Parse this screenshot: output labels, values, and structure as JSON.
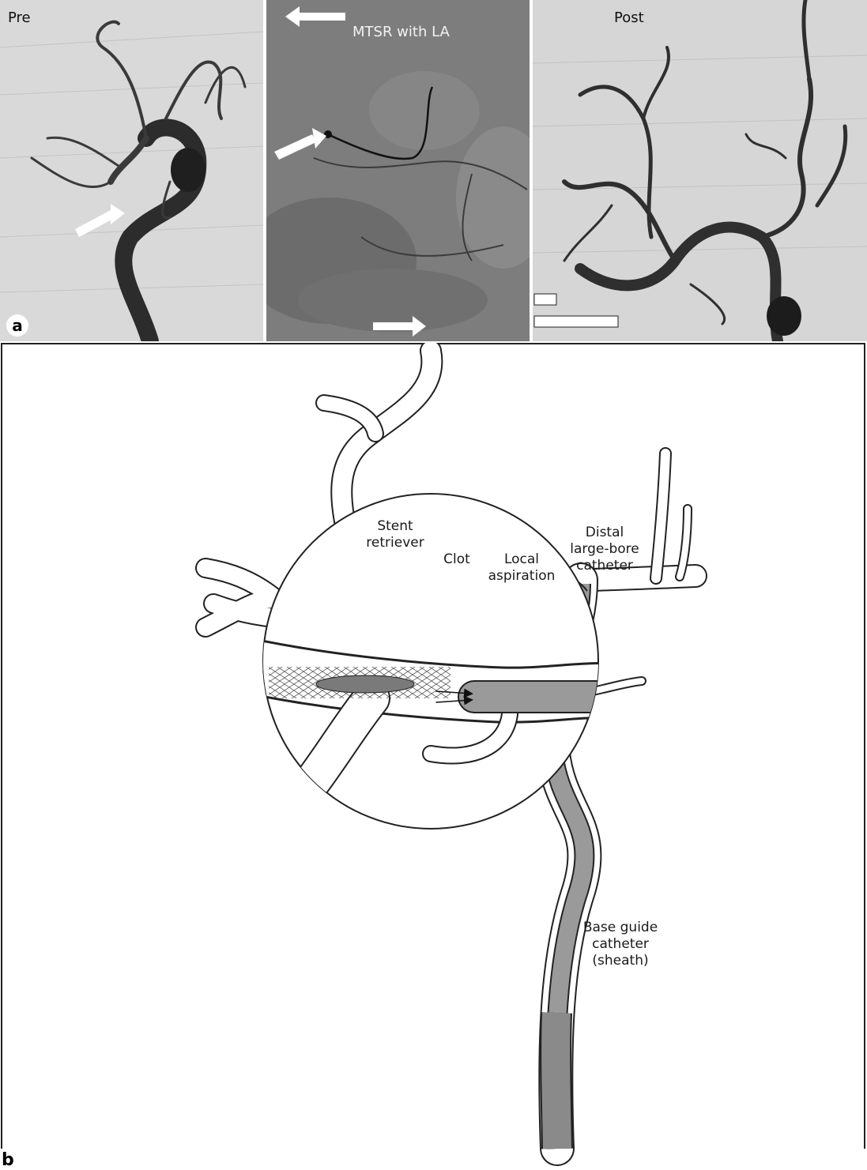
{
  "panel_a": {
    "letter": "a",
    "images": [
      {
        "label": "Pre"
      },
      {
        "label": "MTSR with LA"
      },
      {
        "label": "Post"
      }
    ]
  },
  "panel_b": {
    "letter": "b",
    "labels": {
      "stent_retriever": "Stent\nretriever",
      "clot": "Clot",
      "local_aspiration": "Local\naspiration",
      "distal_catheter": "Distal\nlarge-bore\ncatheter",
      "base_guide": "Base guide\ncatheter\n(sheath)"
    }
  },
  "colors": {
    "catheter_fill": "#9a9a9a",
    "clot_fill": "#7a7a7a",
    "vessel_fill": "#ffffff",
    "outline": "#222222"
  }
}
